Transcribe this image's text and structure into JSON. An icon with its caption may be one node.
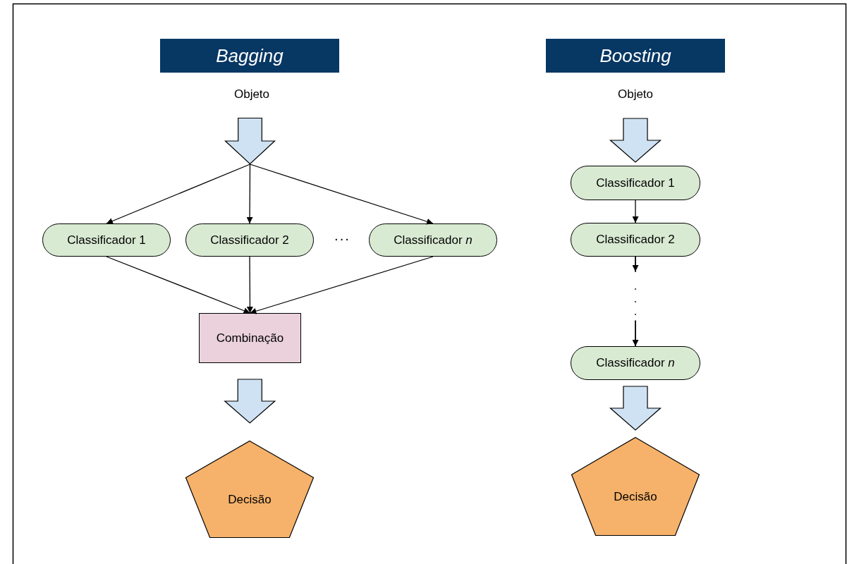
{
  "diagram": {
    "nodes": [
      {
        "text": [
          "Bagging"
        ]
      },
      {
        "text": [
          "Objeto"
        ]
      },
      {
        "text": [],
        "shape": "arrow"
      },
      {
        "text": [
          "Classificador 1"
        ]
      },
      {
        "text": [
          "Classificador 2"
        ]
      },
      {
        "text": [
          "Classificador *n*"
        ]
      },
      {
        "text": [
          "Combinação"
        ]
      },
      {
        "text": [
          "Decisão"
        ]
      },
      {
        "text": [
          "Boosting"
        ]
      },
      {
        "text": [
          "Objeto"
        ]
      },
      {
        "text": [
          "Classificador 1"
        ]
      },
      {
        "text": [
          "Classificador 2"
        ]
      },
      {
        "text": [
          "Classificador *n*"
        ]
      },
      {
        "text": [
          "Decisão"
        ]
      }
    ],
    "edges": [
      {
        "from": 2,
        "to": 3,
        "arrow": "to"
      },
      {
        "from": 2,
        "to": 4,
        "arrow": "to"
      },
      {
        "from": 2,
        "to": 5,
        "arrow": "to"
      },
      {
        "from": 3,
        "to": 6,
        "arrow": "to"
      },
      {
        "from": 4,
        "to": 6,
        "arrow": "to"
      },
      {
        "from": 5,
        "to": 6,
        "arrow": "to"
      },
      {
        "from": 10,
        "to": 11,
        "arrow": "to"
      },
      {
        "from": 11,
        "to": 12,
        "arrow": "to",
        "style": "dashed"
      },
      {
        "from": 6,
        "to": 7,
        "arrow": "to",
        "style": "thick"
      },
      {
        "from": 9,
        "to": 10,
        "arrow": "to",
        "style": "thick"
      },
      {
        "from": 12,
        "to": 13,
        "arrow": "to",
        "style": "thick"
      }
    ],
    "labels": [
      "···"
    ]
  }
}
